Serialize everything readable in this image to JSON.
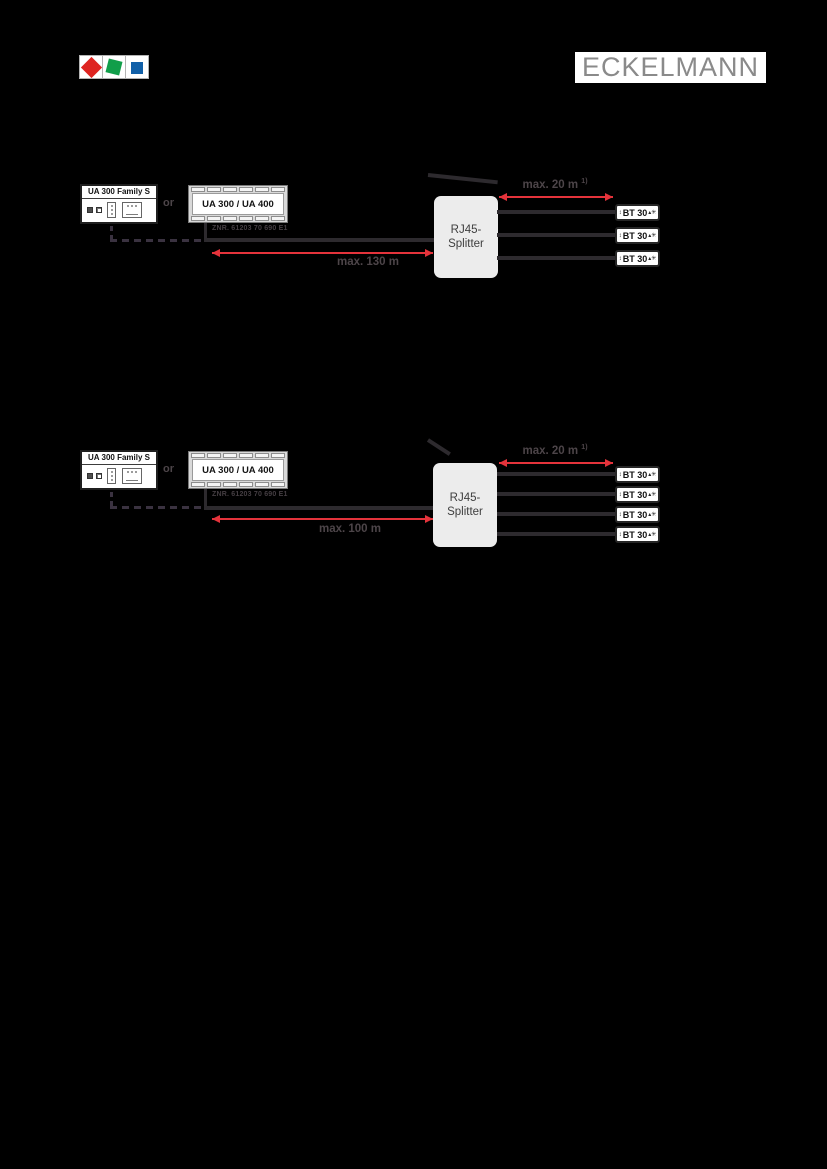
{
  "colors": {
    "page_bg": "#000000",
    "accent_red": "#e4333b",
    "cable_dark": "#2d2a2e",
    "cable_dashed": "#3a3240",
    "label_gray": "#4d4549",
    "part_number_gray": "#453e43",
    "device_border": "#1f1f1f",
    "device_gray": "#d9d9d9",
    "splitter_bg": "#ececec",
    "splitter_text": "#3e3e3e",
    "logo_red": "#de2420",
    "logo_green": "#119e4a",
    "logo_blue": "#1160a8",
    "wordmark_gray": "#8a8a8a"
  },
  "header": {
    "wordmark": "ECKELMANN"
  },
  "terminal_decor": {
    "left": "↕",
    "right": "▴✳"
  },
  "diagrams": [
    {
      "controller_small": {
        "title": "UA 300 Family S"
      },
      "or_label": "or",
      "controller_large": {
        "title": "UA 300 / UA 400",
        "part_number": "ZNR. 61203 70 690 E1"
      },
      "splitter": {
        "line1": "RJ45-",
        "line2": "Splitter"
      },
      "bus_length_label": "max. 130 m",
      "drop_length_label": "max. 20 m",
      "drop_length_footnote": "1)",
      "terminals": [
        {
          "label": "BT 30"
        },
        {
          "label": "BT 30"
        },
        {
          "label": "BT 30"
        }
      ]
    },
    {
      "controller_small": {
        "title": "UA 300 Family S"
      },
      "or_label": "or",
      "controller_large": {
        "title": "UA 300 / UA 400",
        "part_number": "ZNR. 61203 70 690 E1"
      },
      "splitter": {
        "line1": "RJ45-",
        "line2": "Splitter"
      },
      "bus_length_label": "max. 100 m",
      "drop_length_label": "max. 20 m",
      "drop_length_footnote": "1)",
      "terminals": [
        {
          "label": "BT 30"
        },
        {
          "label": "BT 30"
        },
        {
          "label": "BT 30"
        },
        {
          "label": "BT 30"
        }
      ]
    }
  ]
}
